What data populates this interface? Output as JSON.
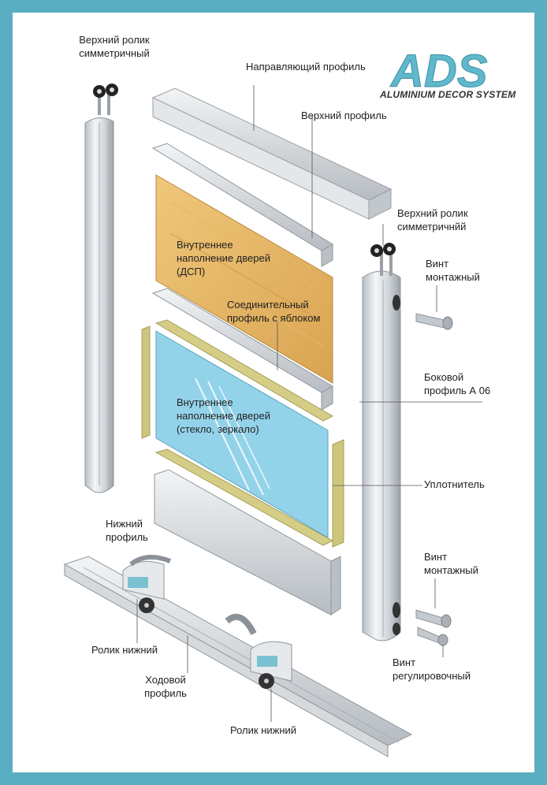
{
  "logo": {
    "mark": "ADS",
    "tagline": "ALUMINIUM DECOR SYSTEM",
    "color": "#5fb8cc"
  },
  "labels": {
    "top_roller_left": "Верхний ролик\nсимметричный",
    "guide_profile": "Направляющий профиль",
    "top_profile": "Верхний профиль",
    "top_roller_right": "Верхний ролик\nсимметричнйй",
    "screw_mount_top": "Винт\nмонтажный",
    "fill_chipboard": "Внутреннее\nнаполнение дверей\n(ДСП)",
    "connecting_profile": "Соединительный\nпрофиль с яблоком",
    "side_profile": "Боковой\nпрофиль А 06",
    "fill_glass": "Внутреннее\nнаполнение дверей\n(стекло, зеркало)",
    "seal": "Уплотнитель",
    "bottom_profile": "Нижний\nпрофиль",
    "screw_mount_bottom": "Винт\nмонтажный",
    "bottom_roller_left": "Ролик нижний",
    "running_profile": "Ходовой\nпрофиль",
    "adjust_screw": "Винт\nрегулировочный",
    "bottom_roller_right": "Ролик нижний"
  },
  "colors": {
    "frame": "#5aaec1",
    "aluminium": "#d4d8dc",
    "chipboard": "#e7b767",
    "glass": "#8fd0e8",
    "seal": "#c9c17a"
  }
}
